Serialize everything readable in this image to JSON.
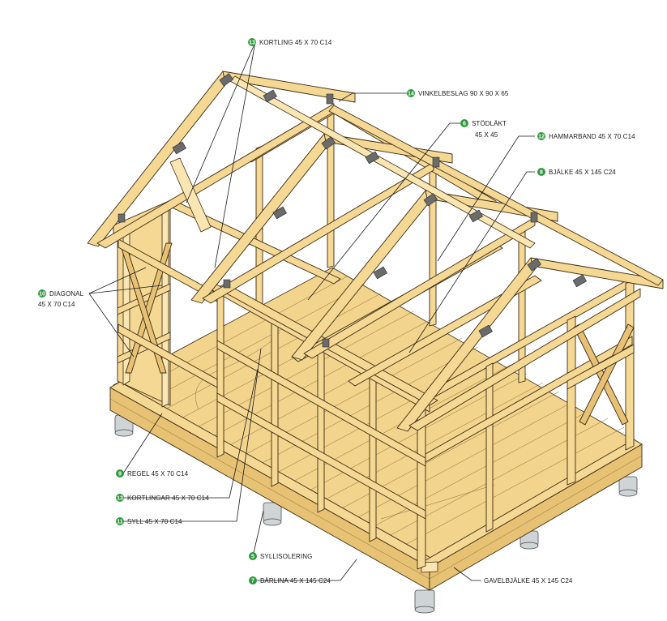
{
  "labels": {
    "kortling_top": {
      "num": "13",
      "text": "KORTLING 45 X 70 C14"
    },
    "vinkelbeslag": {
      "num": "14",
      "text": "VINKELBESLAG 90 X 90 X 65"
    },
    "stodlakt": {
      "num": "6",
      "text": "STÖDLÄKT",
      "text2": "45 X 45"
    },
    "hammarband": {
      "num": "12",
      "text": "HAMMARBAND 45 X 70 C14"
    },
    "bjalke": {
      "num": "8",
      "text": "BJÄLKE 45 X 145 C24"
    },
    "diagonal": {
      "num": "10",
      "text": "DIAGONAL",
      "text2": "45 X 70 C14"
    },
    "regel": {
      "num": "9",
      "text": "REGEL 45 X 70 C14"
    },
    "kortlingar": {
      "num": "13",
      "text": "KORTLINGAR 45 X 70 C14"
    },
    "syll": {
      "num": "11",
      "text": "SYLL 45 X 70 C14"
    },
    "syllisolering": {
      "num": "5",
      "text": "SYLLISOLERING"
    },
    "barlina": {
      "num": "7",
      "text": "BÄRLINA 45 X 145 C24"
    },
    "gavelbjalke": {
      "text": "GAVELBJÄLKE 45 X 145 C24"
    }
  },
  "colors": {
    "badge": "#2e9a3c",
    "wood": "#f4d893",
    "outline": "#3b2a14"
  }
}
